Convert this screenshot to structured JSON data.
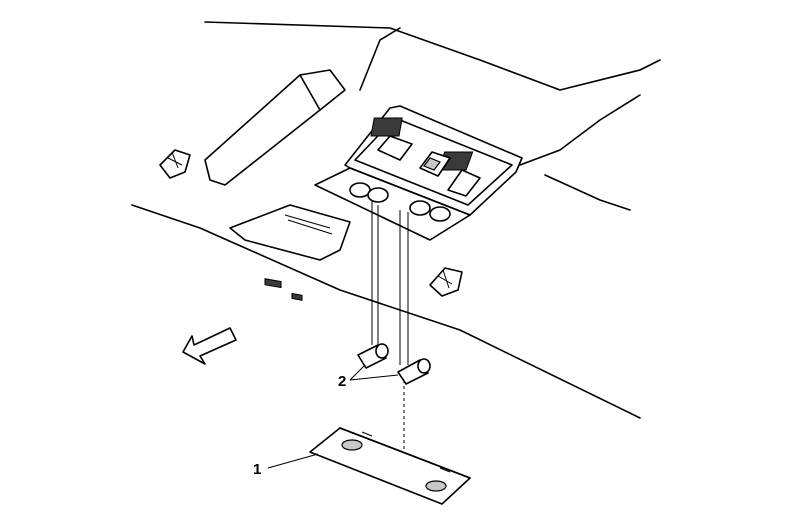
{
  "callouts": [
    {
      "label": "1",
      "part": "dome-lamp-lens"
    },
    {
      "label": "2",
      "part": "lamp-bulbs"
    }
  ],
  "colors": {
    "line": "#000000",
    "background": "#ffffff",
    "shade": "#c8c8c8"
  },
  "icons": {
    "direction_arrow": "arrow-left-down-icon"
  }
}
